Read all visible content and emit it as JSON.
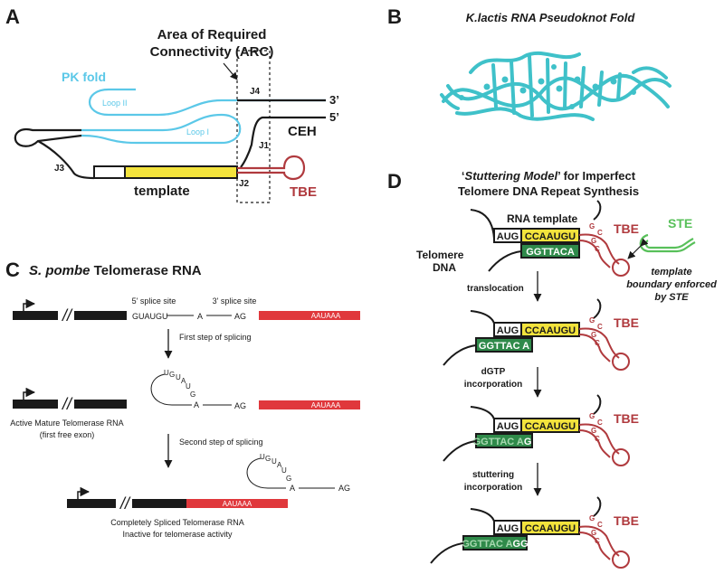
{
  "colors": {
    "pk_blue": "#5bc8e8",
    "tbe_red": "#b03a3e",
    "template_yellow": "#f3e33c",
    "dna_green": "#2f8a4a",
    "ste_green": "#58c05a",
    "exon_red": "#e0383c",
    "black": "#1a1a1a",
    "helix_teal": "#3fc1c9"
  },
  "panel_a": {
    "letter": "A",
    "arc_title_1": "Area of Required",
    "arc_title_2": "Connectivity (ARC)",
    "pk_fold": "PK fold",
    "loop2": "Loop II",
    "loop1": "Loop I",
    "j4": "J4",
    "j1": "J1",
    "j2": "J2",
    "j3": "J3",
    "three_prime": "3’",
    "five_prime": "5’",
    "ceh": "CEH",
    "template": "template",
    "tbe": "TBE"
  },
  "panel_b": {
    "letter": "B",
    "title": "K.lactis RNA Pseudoknot Fold"
  },
  "panel_c": {
    "letter": "C",
    "title_italic": "S. pombe",
    "title_rest": " Telomerase RNA",
    "splice5": "5' splice site",
    "splice3": "3' splice site",
    "guaugu": "GUAUGU",
    "a": "A",
    "ag": "AG",
    "auaaaa": "AAUAAA",
    "first_step": "First step of splicing",
    "lariat_u1": "U",
    "lariat_g1": "G",
    "lariat_u2": "U",
    "lariat_a1": "A",
    "lariat_u3": "U",
    "lariat_g2": "G",
    "active_1": "Active Mature Telomerase RNA",
    "active_2": "(first free exon)",
    "second_step": "Second step of splicing",
    "complete_1": "Completely Spliced Telomerase RNA",
    "complete_2": "Inactive for telomerase activity"
  },
  "panel_d": {
    "letter": "D",
    "title_q1": "‘",
    "title_italic": "Stuttering Model",
    "title_q2": "’ for Imperfect",
    "title_2": "Telomere DNA Repeat Synthesis",
    "rna_template": "RNA template",
    "aug": "AUG",
    "ccaaugu": "CCAAUGU",
    "ggttaca": "GGTTACA",
    "ggttac_a": "GGTTAC A",
    "ggttac_ag_base": "GGTTAC A",
    "ggttac_g": "G",
    "ggttac_agg_base": "GGTTAC A",
    "ggttac_gg": "GG",
    "tbe": "TBE",
    "ste": "STE",
    "telomere_1": "Telomere",
    "telomere_2": "DNA",
    "ste_note_1": "template",
    "ste_note_2": "boundary enforced",
    "ste_note_3": "by STE",
    "translocation": "translocation",
    "dgtp_1": "dGTP",
    "dgtp_2": "incorporation",
    "stutter_1": "stuttering",
    "stutter_2": "incorporation",
    "tbe_letter_g": "G",
    "tbe_letter_c": "C"
  }
}
